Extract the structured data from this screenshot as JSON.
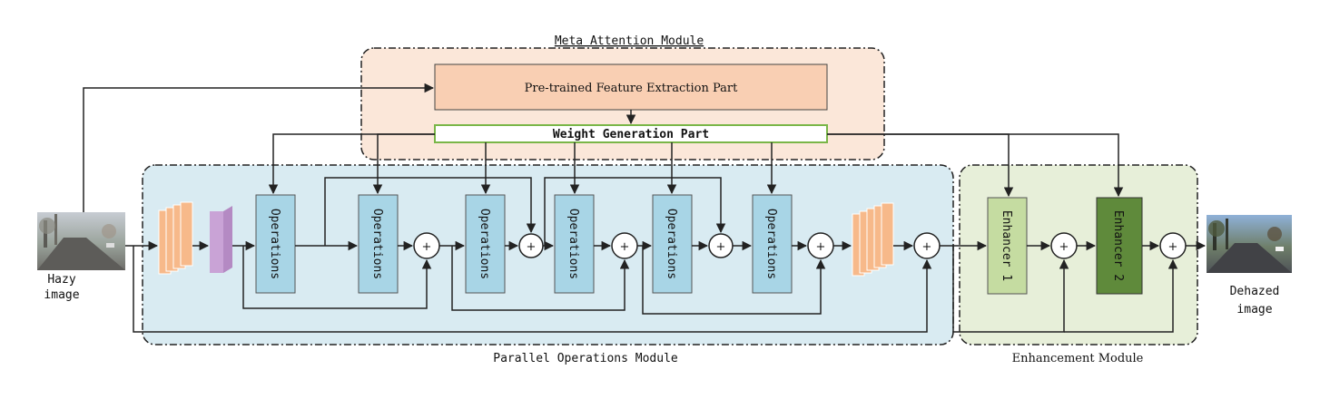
{
  "modules": {
    "meta_attention": "Meta Attention Module",
    "parallel_operations": "Parallel Operations Module",
    "enhancement": "Enhancement Module"
  },
  "blocks": {
    "pretrained": "Pre-trained Feature Extraction Part",
    "weight_generation": "Weight Generation Part",
    "operations": "Operations",
    "enhancer1": "Enhancer 1",
    "enhancer2": "Enhancer 2",
    "plus": "+"
  },
  "images": {
    "input_line1": "Hazy",
    "input_line2": "image",
    "output_line1": "Dehazed",
    "output_line2": "image"
  },
  "colors": {
    "meta_bg": "#fbe7d9",
    "pretrained_bg": "#f9cfb3",
    "parallel_bg": "#d9ebf2",
    "enhance_bg": "#e7efd9",
    "operations_bg": "#a8d5e6",
    "enhancer1_bg": "#c5dca1",
    "enhancer2_bg": "#5f8a3b",
    "weight_border": "#7ab648",
    "orange_block": "#f7b98a",
    "purple_block": "#c9a3d6"
  }
}
